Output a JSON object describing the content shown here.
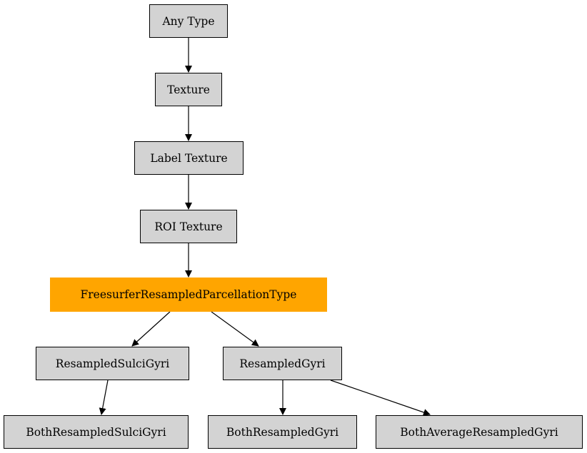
{
  "colors": {
    "node_fill": "#d3d3d3",
    "highlight_fill": "#ffa500",
    "edge": "#000000"
  },
  "nodes": {
    "any_type": "Any Type",
    "texture": "Texture",
    "label_texture": "Label Texture",
    "roi_texture": "ROI Texture",
    "freesurfer": "FreesurferResampledParcellationType",
    "resampled_sulci_gyri": "ResampledSulciGyri",
    "resampled_gyri": "ResampledGyri",
    "both_resampled_sulci_gyri": "BothResampledSulciGyri",
    "both_resampled_gyri": "BothResampledGyri",
    "both_average_resampled_gyri": "BothAverageResampledGyri"
  },
  "edges": [
    [
      "any_type",
      "texture"
    ],
    [
      "texture",
      "label_texture"
    ],
    [
      "label_texture",
      "roi_texture"
    ],
    [
      "roi_texture",
      "freesurfer"
    ],
    [
      "freesurfer",
      "resampled_sulci_gyri"
    ],
    [
      "freesurfer",
      "resampled_gyri"
    ],
    [
      "resampled_sulci_gyri",
      "both_resampled_sulci_gyri"
    ],
    [
      "resampled_gyri",
      "both_resampled_gyri"
    ],
    [
      "resampled_gyri",
      "both_average_resampled_gyri"
    ]
  ]
}
